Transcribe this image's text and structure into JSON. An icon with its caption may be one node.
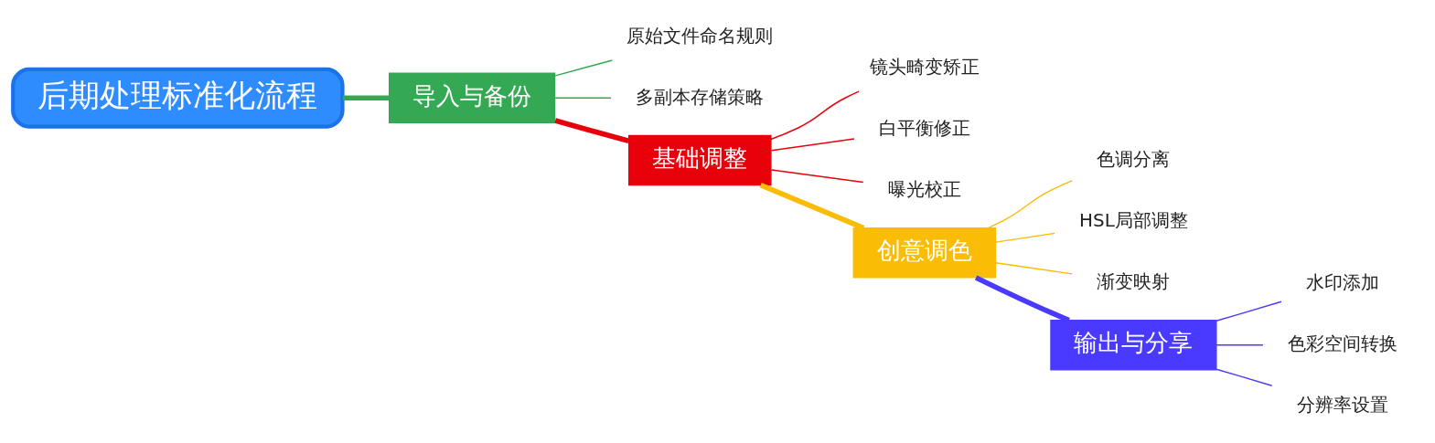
{
  "diagram": {
    "nodes": [
      {
        "text": [
          "后期处理标准化流程"
        ]
      },
      {
        "text": [
          "导入与备份"
        ]
      },
      {
        "text": [
          "原始文件命名规则"
        ]
      },
      {
        "text": [
          "多副本存储策略"
        ]
      },
      {
        "text": [
          "基础调整"
        ]
      },
      {
        "text": [
          "镜头畸变矫正"
        ]
      },
      {
        "text": [
          "白平衡修正"
        ]
      },
      {
        "text": [
          "曝光校正"
        ]
      },
      {
        "text": [
          "创意调色"
        ]
      },
      {
        "text": [
          "色调分离"
        ]
      },
      {
        "text": [
          "HSL局部调整"
        ]
      },
      {
        "text": [
          "渐变映射"
        ]
      },
      {
        "text": [
          "输出与分享"
        ]
      },
      {
        "text": [
          "水印添加"
        ]
      },
      {
        "text": [
          "色彩空间转换"
        ]
      },
      {
        "text": [
          "分辨率设置"
        ]
      }
    ],
    "edges": [
      {
        "from": 0,
        "to": 1,
        "arrow": "none",
        "style": "thick",
        "color": "#34a853"
      },
      {
        "from": 1,
        "to": 2,
        "arrow": "none",
        "color": "#34a853"
      },
      {
        "from": 1,
        "to": 3,
        "arrow": "none",
        "color": "#34a853"
      },
      {
        "from": 1,
        "to": 4,
        "arrow": "none",
        "style": "thick",
        "color": "#e8000b"
      },
      {
        "from": 4,
        "to": 5,
        "arrow": "none",
        "color": "#e8000b"
      },
      {
        "from": 4,
        "to": 6,
        "arrow": "none",
        "color": "#e8000b"
      },
      {
        "from": 4,
        "to": 7,
        "arrow": "none",
        "color": "#e8000b"
      },
      {
        "from": 4,
        "to": 8,
        "arrow": "none",
        "style": "thick",
        "color": "#fbbc05"
      },
      {
        "from": 8,
        "to": 9,
        "arrow": "none",
        "color": "#fbbc05"
      },
      {
        "from": 8,
        "to": 10,
        "arrow": "none",
        "color": "#fbbc05"
      },
      {
        "from": 8,
        "to": 11,
        "arrow": "none",
        "color": "#fbbc05"
      },
      {
        "from": 8,
        "to": 12,
        "arrow": "none",
        "style": "thick",
        "color": "#4a3aff"
      },
      {
        "from": 12,
        "to": 13,
        "arrow": "none",
        "color": "#4a3aff"
      },
      {
        "from": 12,
        "to": 14,
        "arrow": "none",
        "color": "#4a3aff"
      },
      {
        "from": 12,
        "to": 15,
        "arrow": "none",
        "color": "#4a3aff"
      }
    ]
  }
}
